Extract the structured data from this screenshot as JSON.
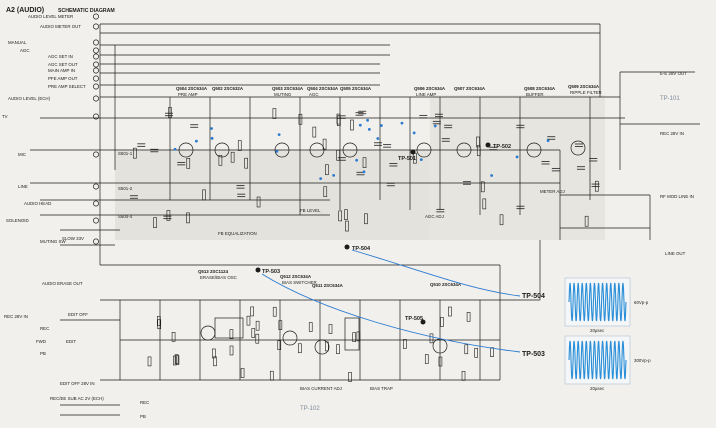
{
  "title": {
    "code": "A2 (AUDIO)",
    "name": "SCHEMATIC DIAGRAM"
  },
  "colors": {
    "ink": "#1c1c1c",
    "paper": "#f1f0ec",
    "accent": "#2a7ad0",
    "waveform": "#2a8fd8",
    "tp_box": "#c9dcef"
  },
  "inputs_left": [
    {
      "label": "AUDIO LEVEL METER"
    },
    {
      "label": "AUDIO METER OUT"
    },
    {
      "label": "MANUAL"
    },
    {
      "label": "AGC"
    },
    {
      "label": "AGC SET IN"
    },
    {
      "label": "AGC SET OUT"
    },
    {
      "label": "MAIN AMP IN"
    },
    {
      "label": "PFE AMP OUT"
    },
    {
      "label": "PRE AMP SELECT"
    },
    {
      "label": "AUDIO LEVEL (ECH)"
    },
    {
      "label": "TV"
    },
    {
      "label": "MIC"
    },
    {
      "label": "LINE"
    },
    {
      "label": "AUDIO HEAD"
    },
    {
      "label": "SOLENOID"
    },
    {
      "label": "MUTING SW"
    }
  ],
  "transistors": [
    {
      "ref": "Q504",
      "type": "2SC634A",
      "role": "PRE AMP"
    },
    {
      "ref": "Q502",
      "type": "2SC632A",
      "role": ""
    },
    {
      "ref": "Q503",
      "type": "2SC634A",
      "role": "MUTING"
    },
    {
      "ref": "Q504",
      "type": "2SC634A",
      "role": "AGC"
    },
    {
      "ref": "Q505",
      "type": "2SC634A",
      "role": ""
    },
    {
      "ref": "Q506",
      "type": "2SC634A",
      "role": "LINE AMP"
    },
    {
      "ref": "Q507",
      "type": "2SC634A",
      "role": ""
    },
    {
      "ref": "Q508",
      "type": "2SC634A",
      "role": "BUFFER"
    },
    {
      "ref": "Q509",
      "type": "2SC634A",
      "role": "RIPPLE FILTER"
    },
    {
      "ref": "Q513",
      "type": "2SC1124",
      "role": "ERASE/BIAS OSC"
    },
    {
      "ref": "Q512",
      "type": "2SC634A",
      "role": "BIAS SWITCHER"
    },
    {
      "ref": "Q511",
      "type": "2SC634A",
      "role": ""
    },
    {
      "ref": "Q510",
      "type": "2SC634A",
      "role": ""
    }
  ],
  "annotations": {
    "fb_equalization": "FB EQUALIZATION",
    "fb_level": "FB LEVEL",
    "agc_adj": "AGC ADJ",
    "meter_adj": "METER ADJ",
    "bias_current_adj": "BIAS CURRENT ADJ",
    "bias_trap": "BIAS TRAP",
    "s501": "S501-1",
    "s502": "S501-2",
    "s504": "S504-4",
    "slow": "SLOW 33V",
    "rec_28v": "REC 28V IN",
    "e6_28v": "E-E 28V OUT",
    "rf_mod": "RF MOD LINE IN",
    "line_out": "LINE OUT",
    "audio_erase": "AUDIO ERASE OUT",
    "rec_28v_in": "REC 28V IN",
    "edit_off": "EDIT OFF 28V IN",
    "rec_ee_sub": "REC/EE SUB AC 2V (ECH)",
    "rec": "REC",
    "pb": "PB",
    "fwd": "FWD",
    "edit": "EDIT",
    "edit_off_sw": "EDIT OFF",
    "tp101": "TP-101",
    "tp102": "TP-102"
  },
  "test_points": [
    {
      "label": "TP-501"
    },
    {
      "label": "TP-502"
    },
    {
      "label": "TP-503"
    },
    {
      "label": "TP-504"
    },
    {
      "label": "TP-505"
    }
  ],
  "waveforms": [
    {
      "label": "TP-504",
      "amplitude": "60Vp-p",
      "time": "20μsec",
      "cycles": 14
    },
    {
      "label": "TP-503",
      "amplitude": "300Vp-p",
      "time": "20μsec",
      "cycles": 14
    }
  ]
}
